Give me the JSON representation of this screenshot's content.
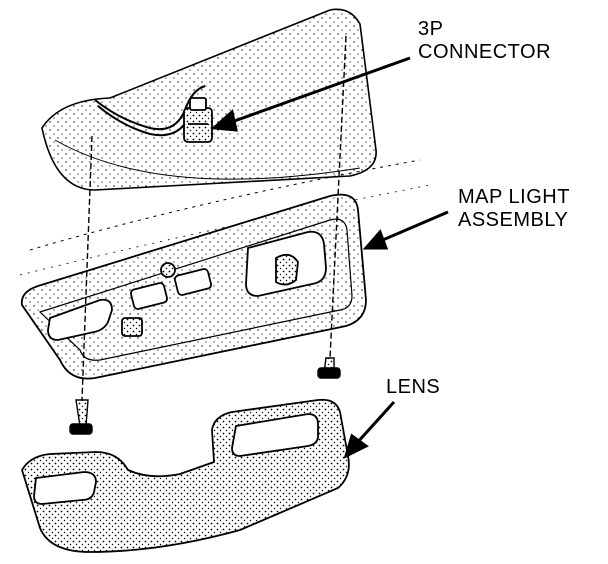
{
  "callouts": {
    "connector": {
      "line1": "3P",
      "line2": "CONNECTOR"
    },
    "map_light": {
      "line1": "MAP LIGHT",
      "line2": "ASSEMBLY"
    },
    "lens": {
      "line1": "LENS"
    }
  },
  "colors": {
    "ink": "#000000",
    "paper": "#ffffff",
    "shade": "#b8b8b8"
  }
}
